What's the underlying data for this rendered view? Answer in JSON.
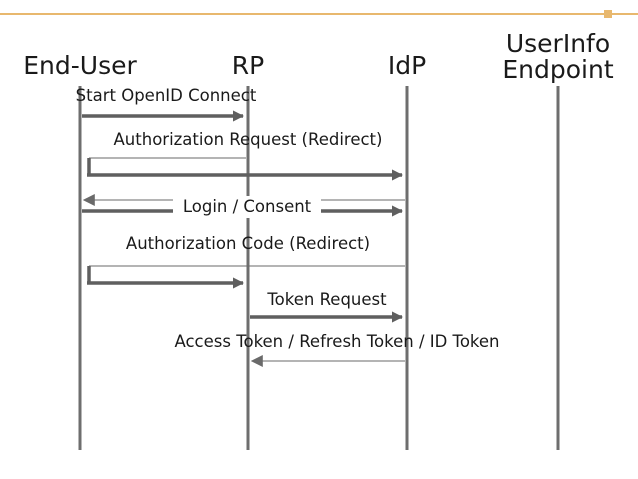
{
  "diagram": {
    "colors": {
      "top_rule": "#e8b86e",
      "lifeline": "#6e6e6e",
      "arrow_thick": "#5f5f5f",
      "arrow_thin": "#6a6a6a",
      "text": "#1a1a1a",
      "background": "#ffffff"
    },
    "actors": {
      "end_user": "End-User",
      "rp": "RP",
      "idp": "IdP",
      "userinfo_line1": "UserInfo",
      "userinfo_line2": "Endpoint"
    },
    "messages": {
      "start": "Start OpenID Connect",
      "auth_request": "Authorization Request (Redirect)",
      "login": "Login / Consent",
      "auth_code": "Authorization Code (Redirect)",
      "token_request": "Token Request",
      "token_response": "Access Token / Refresh Token / ID Token"
    }
  }
}
